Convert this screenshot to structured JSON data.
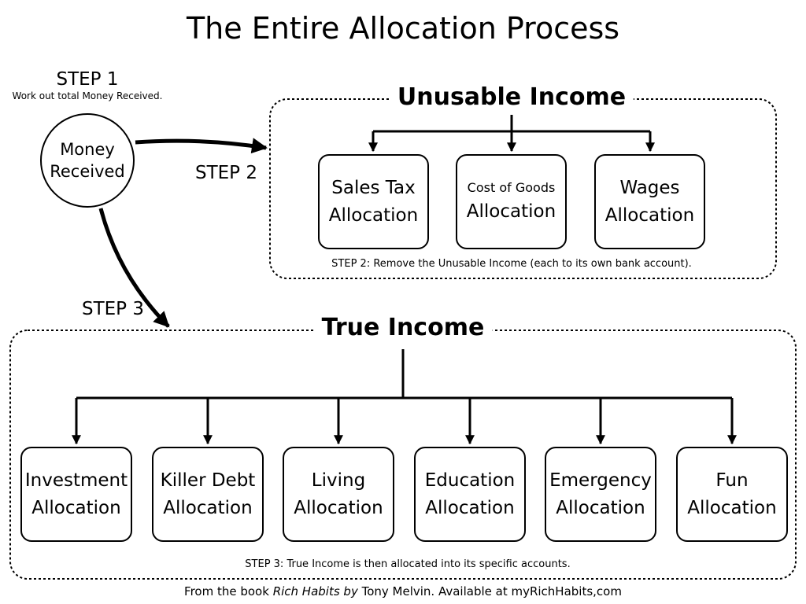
{
  "title": "The Entire Allocation Process",
  "step1": {
    "label": "STEP 1",
    "description": "Work out total Money Received."
  },
  "money_received": {
    "line1": "Money",
    "line2": "Received"
  },
  "step2": {
    "label": "STEP 2",
    "section_title": "Unusable Income",
    "note": "STEP 2: Remove the Unusable Income (each to its own bank account).",
    "boxes": [
      {
        "line1": "Sales Tax",
        "line2": "Allocation"
      },
      {
        "line1": "Cost of Goods",
        "line2": "Allocation"
      },
      {
        "line1": "Wages",
        "line2": "Allocation"
      }
    ]
  },
  "step3": {
    "label": "STEP 3",
    "section_title": "True Income",
    "note": "STEP 3: True Income is then allocated into its specific accounts.",
    "boxes": [
      {
        "line1": "Investment",
        "line2": "Allocation"
      },
      {
        "line1": "Killer Debt",
        "line2": "Allocation"
      },
      {
        "line1": "Living",
        "line2": "Allocation"
      },
      {
        "line1": "Education",
        "line2": "Allocation"
      },
      {
        "line1": "Emergency",
        "line2": "Allocation"
      },
      {
        "line1": "Fun",
        "line2": "Allocation"
      }
    ]
  },
  "footer": {
    "prefix": "From the book ",
    "book_title": "Rich Habits",
    "by": " by",
    "suffix": " Tony Melvin. Available at myRichHabits,com"
  }
}
